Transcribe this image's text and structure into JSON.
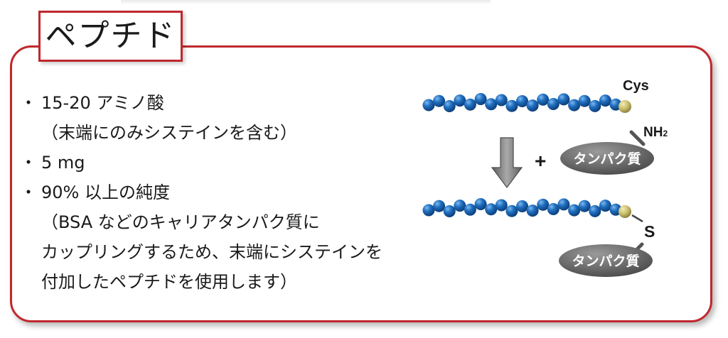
{
  "title": "ペプチド",
  "bullet_marker": "・",
  "bullets": [
    {
      "text": "15-20 アミノ酸",
      "sub": [
        "（末端にのみシステインを含む）"
      ]
    },
    {
      "text": "5 mg",
      "sub": []
    },
    {
      "text": "90% 以上の純度",
      "sub": [
        "（BSA などのキャリアタンパク質に",
        "カップリングするため、末端にシステインを",
        "付加したペプチドを使用します）"
      ]
    }
  ],
  "diagram": {
    "cys_label": "Cys",
    "nh2_label": "NH",
    "nh2_subscript": "2",
    "plus_label": "+",
    "protein_label": "タンパク質",
    "s_label": "S",
    "colors": {
      "bead": "#1f6fc0",
      "bead_dark": "#0d3f7a",
      "cys_bead": "#cbbf6a",
      "protein": "#6a6a6a",
      "arrow": "#7d7d7d",
      "accent_red": "#c0282d"
    }
  }
}
